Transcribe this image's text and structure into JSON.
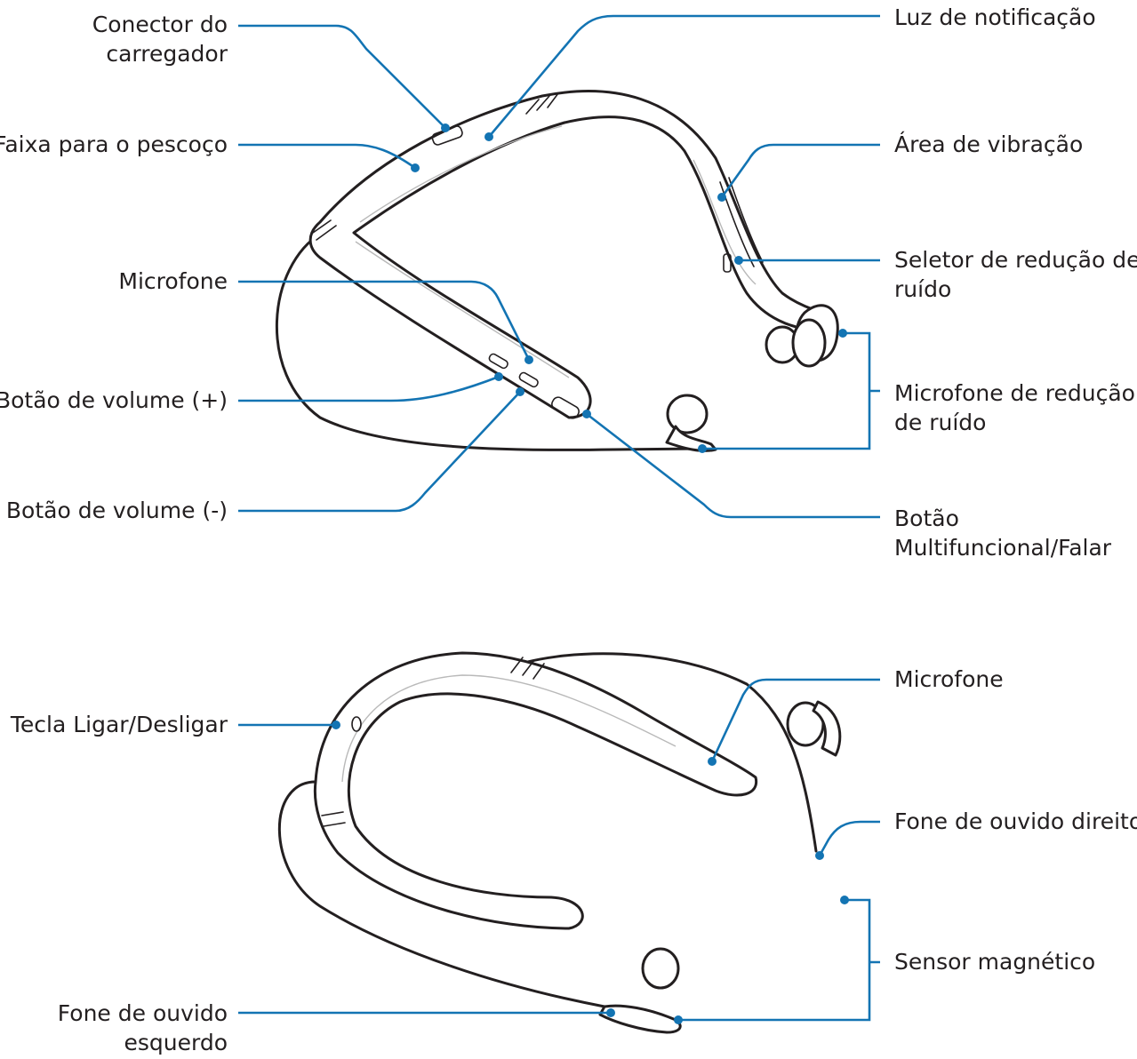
{
  "labels": {
    "charger_connector_l1": "Conector do",
    "charger_connector_l2": "carregador",
    "neck_band": "Faixa para o pescoço",
    "microphone_top": "Microfone",
    "volume_up": "Botão de volume (+)",
    "volume_down": "Botão de volume (-)",
    "notification_light": "Luz de notificação",
    "vibration_area": "Área de vibração",
    "noise_switch_l1": "Seletor de redução de",
    "noise_switch_l2": "ruído",
    "noise_mic_l1": "Microfone de redução",
    "noise_mic_l2": "de ruído",
    "talk_button_l1": "Botão",
    "talk_button_l2": "Multifuncional/Falar",
    "power_key": "Tecla Ligar/Desligar",
    "microphone_bottom": "Microfone",
    "right_earbud": "Fone de ouvido direito",
    "magnetic_sensor": "Sensor magnético",
    "left_earbud_l1": "Fone de ouvido",
    "left_earbud_l2": "esquerdo"
  },
  "colors": {
    "leader": "#1374b3",
    "line_art": "#231f20",
    "text": "#231f20"
  }
}
